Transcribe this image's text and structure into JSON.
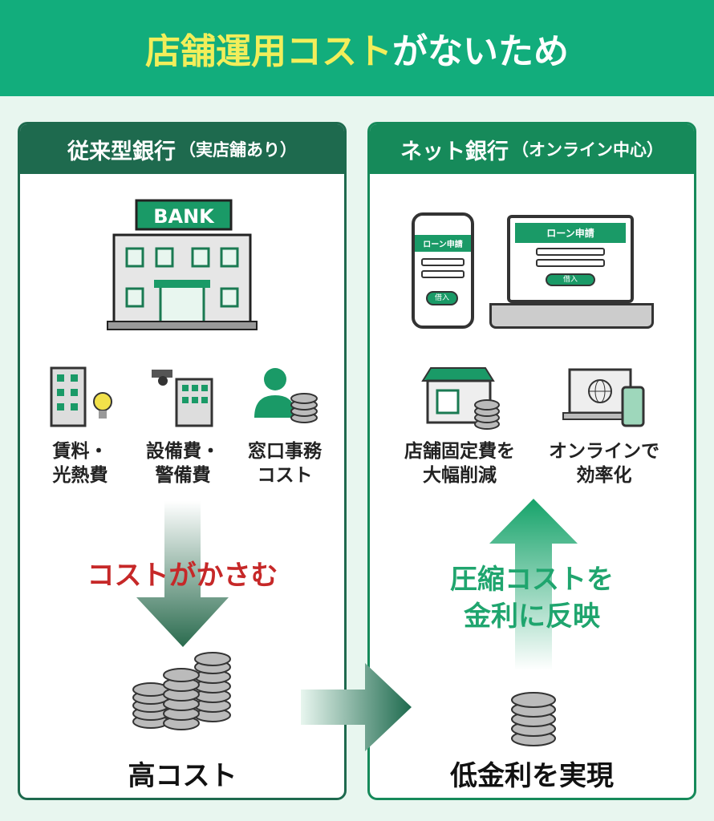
{
  "title": {
    "highlight": "店舗運用コスト",
    "rest": "がないため"
  },
  "left": {
    "heading": "従来型銀行",
    "sub": "（実店舗あり）",
    "bank_sign": "BANK",
    "items": [
      {
        "label": "賃料・\n光熱費"
      },
      {
        "label": "設備費・\n警備費"
      },
      {
        "label": "窓口事務\nコスト"
      }
    ],
    "callout": "コストがかさむ",
    "result": "高コスト"
  },
  "right": {
    "heading": "ネット銀行",
    "sub": "（オンライン中心）",
    "screen_title": "ローン申請",
    "screen_button": "借入",
    "items": [
      {
        "label": "店舗固定費を\n大幅削減"
      },
      {
        "label": "オンラインで\n効率化"
      }
    ],
    "callout": "圧縮コストを\n金利に反映",
    "result": "低金利を実現"
  },
  "colors": {
    "accent": "#12ad7c",
    "dark": "#1e6a4e",
    "callout_red": "#c62828",
    "callout_green": "#1fa56e"
  }
}
